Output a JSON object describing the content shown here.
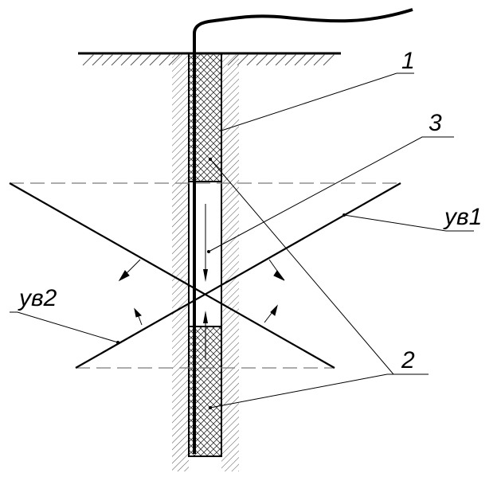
{
  "labels": {
    "callout_1": "1",
    "callout_2": "2",
    "callout_3": "3",
    "level_1": "ув1",
    "level_2": "ув2"
  },
  "colors": {
    "line": "#000000",
    "dashed": "#7a7a7a",
    "hatch": "#555555",
    "background": "#ffffff"
  }
}
